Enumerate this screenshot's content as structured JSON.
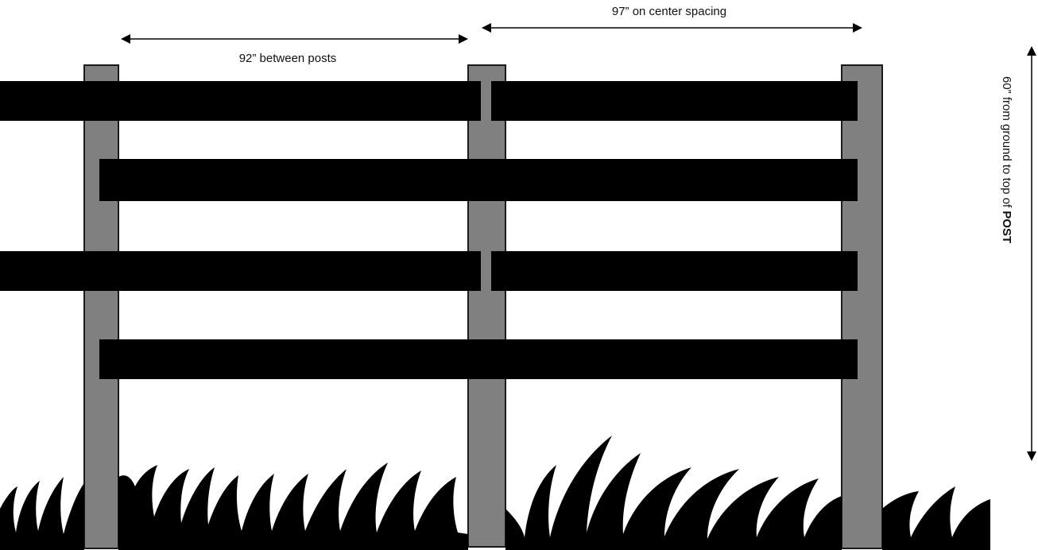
{
  "annotations": {
    "between_posts": "92” between posts",
    "on_center": "97” on center spacing",
    "height_prefix": "60” from ground to top of ",
    "height_emphasis": "POST"
  },
  "colors": {
    "post_fill": "#808080",
    "post_stroke": "#1a1a1a",
    "rail": "#000000",
    "grass": "#000000",
    "arrow": "#000000",
    "background": "#ffffff"
  }
}
